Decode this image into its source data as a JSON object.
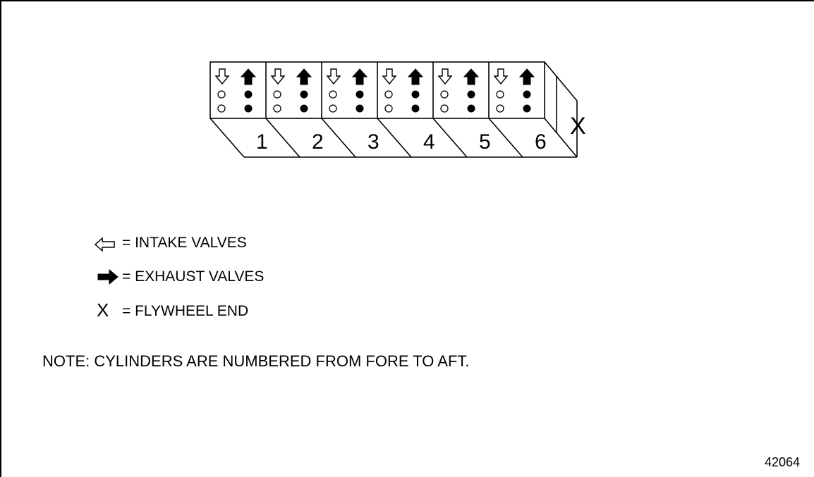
{
  "diagram": {
    "cylinders": [
      "1",
      "2",
      "3",
      "4",
      "5",
      "6"
    ],
    "flywheel_marker": "X"
  },
  "legend": {
    "intake": "= INTAKE VALVES",
    "exhaust": "= EXHAUST VALVES",
    "flywheel_symbol": "X",
    "flywheel": "= FLYWHEEL END"
  },
  "note": "NOTE: CYLINDERS ARE NUMBERED FROM FORE TO AFT.",
  "figure_number": "42064"
}
